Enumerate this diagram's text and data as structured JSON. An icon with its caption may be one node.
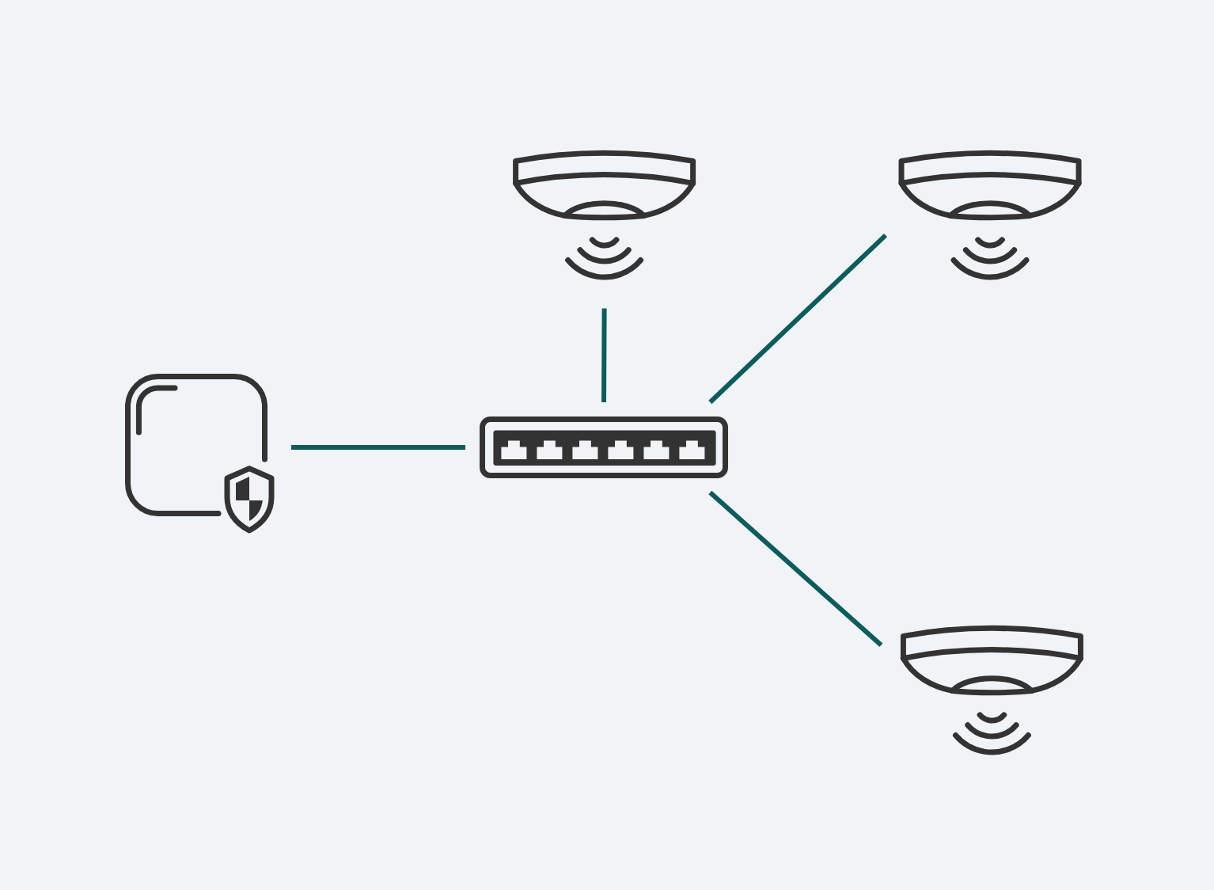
{
  "diagram": {
    "nodes": [
      {
        "text": [],
        "shape": "picture"
      },
      {
        "text": [],
        "shape": "picture"
      },
      {
        "text": [],
        "shape": "picture"
      },
      {
        "text": [],
        "shape": "picture"
      },
      {
        "text": [],
        "shape": "picture"
      }
    ],
    "edges": [
      {
        "from": 2,
        "to": 3,
        "arrow": "none"
      },
      {
        "from": 3,
        "to": 0,
        "arrow": "none"
      },
      {
        "from": 3,
        "to": 1,
        "arrow": "none"
      },
      {
        "from": 3,
        "to": 4,
        "arrow": "none"
      }
    ]
  }
}
